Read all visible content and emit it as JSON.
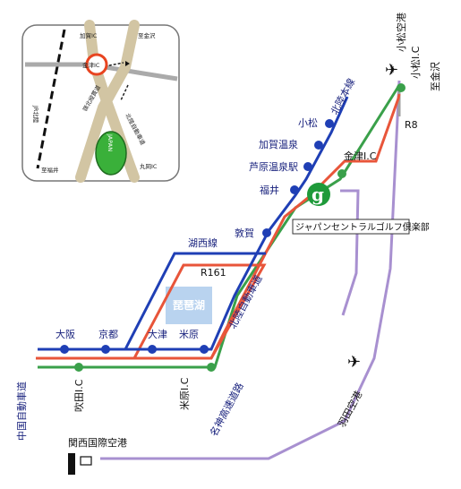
{
  "inset": {
    "ic_kaga": "加賀IC",
    "to_kanazawa": "至金沢",
    "ic_kanazu": "金津IC",
    "jr_hokuriku": "JR北陸",
    "road_fukui": "嶺北縦貫道",
    "road_hokuriku_exp": "北陸自動車道",
    "japan": "JAPAN",
    "to_fukui": "至福井",
    "ic_maruoka": "丸岡IC"
  },
  "stations": {
    "komatsu": "小松",
    "kaga_onsen": "加賀温泉",
    "awara_onsen": "芦原温泉駅",
    "fukui": "福井",
    "tsuruga": "敦賀",
    "osaka": "大阪",
    "kyoto": "京都",
    "otsu": "大津",
    "maibara": "米原"
  },
  "lines": {
    "hokuriku_honsen": "北陸本線",
    "kosei_sen": "湖西線",
    "hokuriku_expressway": "北陸自動車道",
    "meishin_expressway": "名神高速道路",
    "chugoku_expressway": "中国自動車道"
  },
  "roads": {
    "r161": "R161",
    "r8": "R8",
    "kanazu_ic": "金津I.C",
    "maibara_ic": "米原I.C",
    "suita_ic": "吹田I.C",
    "komatsu_ic": "小松I.C",
    "to_kanazawa": "至金沢"
  },
  "lake": "琵琶湖",
  "airports": {
    "komatsu": "小松空港",
    "haneda": "羽田空港",
    "kansai": "関西国際空港"
  },
  "destination": "ジャパンセントラルゴルフ倶楽部",
  "colors": {
    "blue_line": "#1f3fb5",
    "red_line": "#e8553a",
    "green_line": "#3aa04a",
    "gray_line": "#a0a0a0",
    "purple_line": "#a890d0",
    "lake": "#b9d3ef",
    "logo_green": "#1f9a3a",
    "station_dot": "#1f3fb5"
  }
}
